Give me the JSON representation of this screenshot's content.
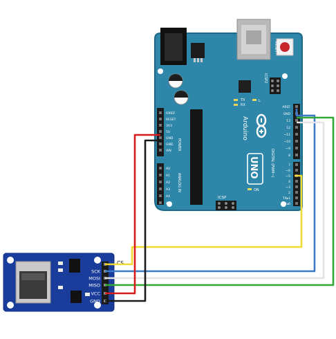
{
  "arduino": {
    "brand": "Arduino",
    "model": "UNO",
    "reset_label": "RESET",
    "icsp2_label": "ICSP2",
    "icsp_label": "ICSP",
    "on_label": "ON",
    "digital_label": "DIGITAL (PWM~)",
    "power_label": "POWER",
    "analog_label": "ANALOG IN",
    "led_label": "L",
    "tx_label": "TX",
    "rx_label": "RX",
    "power_pins": [
      "IOREF",
      "RESET",
      "3V3",
      "5V",
      "GND",
      "GND",
      "VIN"
    ],
    "analog_pins": [
      "A0",
      "A1",
      "A2",
      "A3",
      "A4",
      "A5"
    ],
    "digital_top_pins": [
      "AREF",
      "GND",
      "13",
      "12",
      "~11",
      "~10",
      "~9",
      "8"
    ],
    "digital_bottom_pins": [
      "7",
      "~6",
      "~5",
      "4",
      "~3",
      "2",
      "TX▸1",
      "RX◂0"
    ]
  },
  "module": {
    "cs_label": "CS",
    "pins": [
      "SCK",
      "MOSI",
      "MISO",
      "VCC",
      "GND"
    ]
  },
  "colors": {
    "board": "#2e86a8",
    "board_edge": "#1d6885",
    "module": "#1a3d9c",
    "wire_red": "#d61c1c",
    "wire_black": "#1a1a1a",
    "wire_yellow": "#f1dc33",
    "wire_blue": "#3b78c9",
    "wire_white": "#e4e4e4",
    "wire_green": "#35a838"
  }
}
